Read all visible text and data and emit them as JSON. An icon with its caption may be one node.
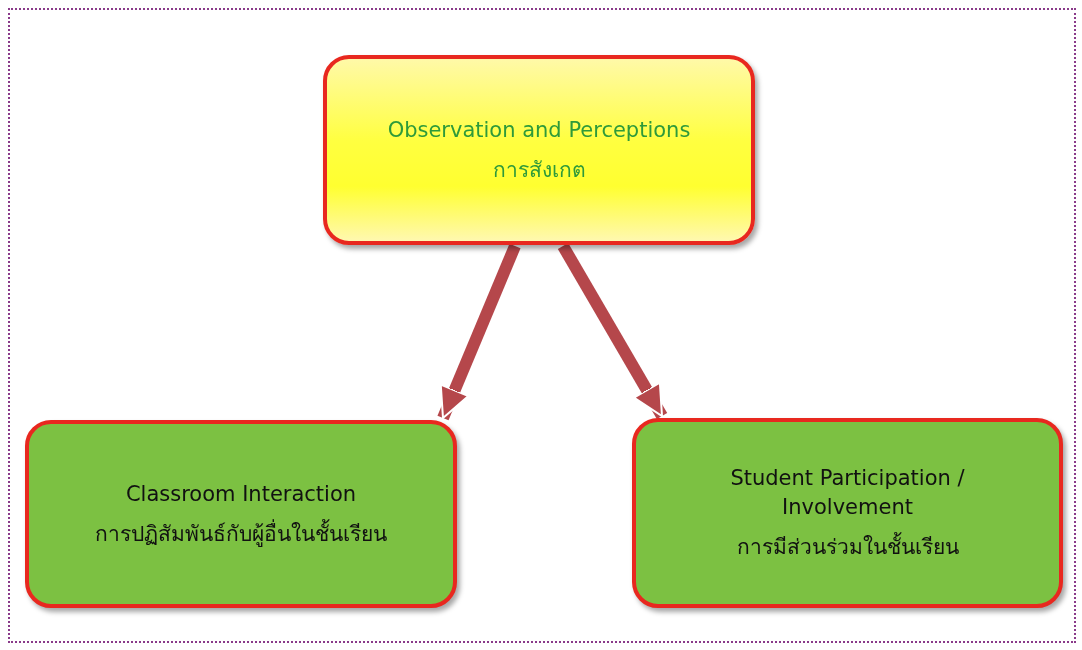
{
  "diagram": {
    "nodes": [
      {
        "text": [
          "Observation and Perceptions",
          "การสังเกต"
        ]
      },
      {
        "text": [
          "Classroom Interaction",
          "การปฏิสัมพันธ์กับผู้อื่นในชั้นเรียน"
        ]
      },
      {
        "text": [
          "Student Participation / Involvement",
          "การมีส่วนร่วมในชั้นเรียน"
        ]
      }
    ],
    "edges": [
      {
        "from": 0,
        "to": 1,
        "arrow": "to"
      },
      {
        "from": 0,
        "to": 2,
        "arrow": "to"
      }
    ]
  }
}
